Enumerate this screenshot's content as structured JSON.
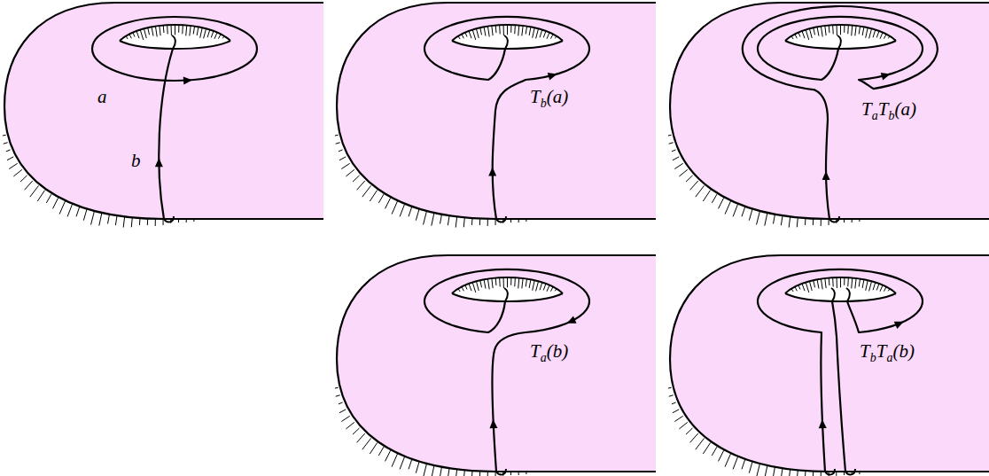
{
  "diagram": {
    "labels": [
      "a",
      "b",
      "Tb(a)",
      "TaTb(a)",
      "Ta(b)",
      "TbTa(b)"
    ]
  }
}
